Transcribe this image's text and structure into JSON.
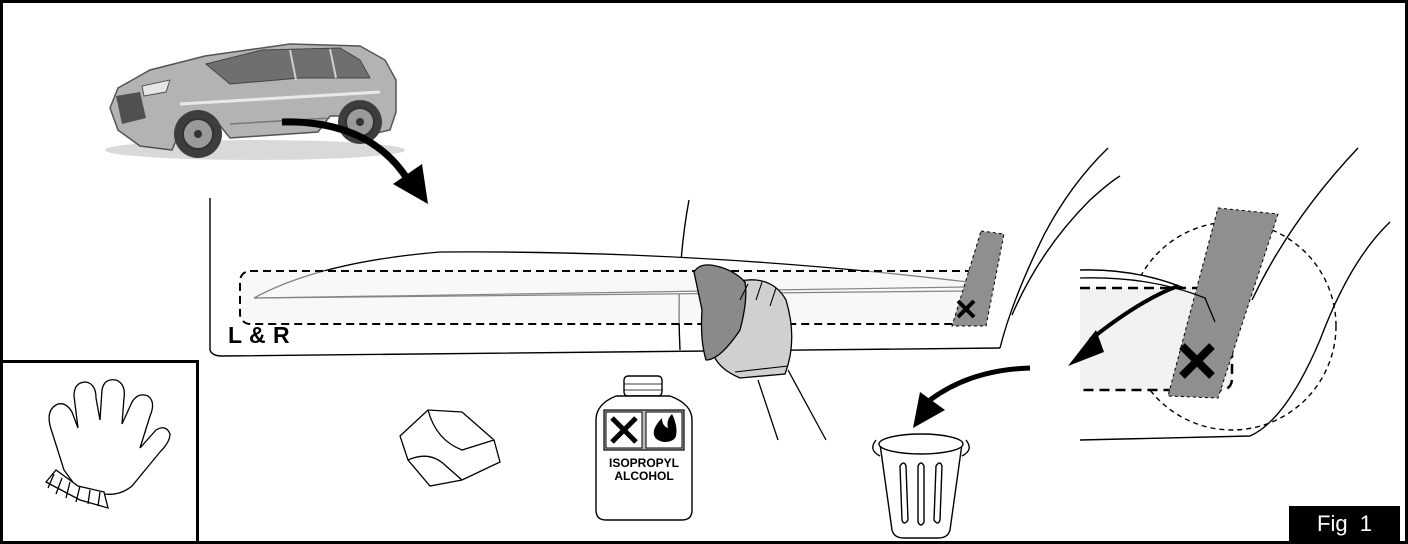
{
  "side_label": "L & R",
  "bottle": {
    "line1": "ISOPROPYL",
    "line2": "ALCOHOL"
  },
  "figure_label": "Fig 1",
  "icons": {
    "vehicle": "suv-car-icon",
    "gloves": "work-glove-icon",
    "cloth": "cleaning-cloth-icon",
    "bottle": "isopropyl-alcohol-bottle-icon",
    "bin": "trash-bin-icon",
    "hand": "gloved-hand-wiping-icon"
  },
  "colors": {
    "tape_gray": "#8f8f8f",
    "zone_fill": "#f2f2f2",
    "car_gray": "#b9b9b9"
  }
}
